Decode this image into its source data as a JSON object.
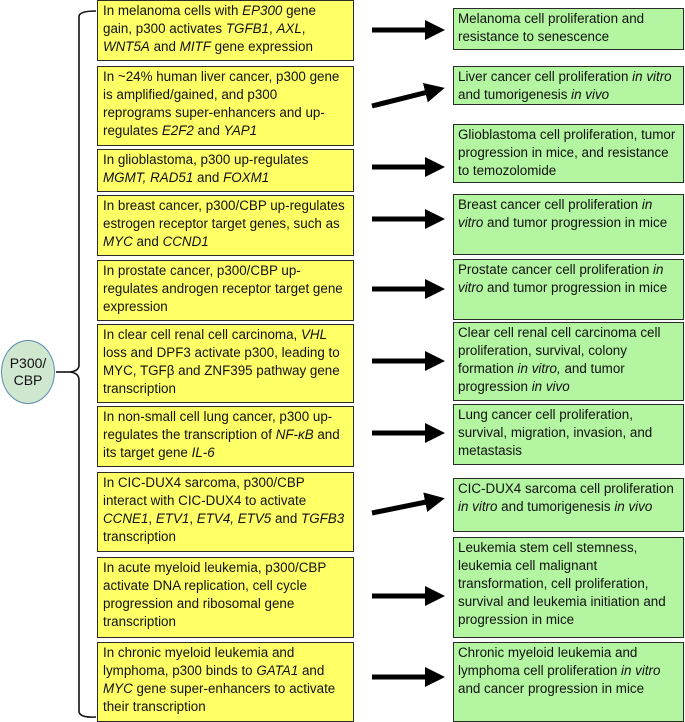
{
  "hub": {
    "line1": "P300/",
    "line2": "CBP",
    "fill": "#cfe6cf",
    "border": "#5d8db3"
  },
  "colors": {
    "cause_fill": "#ffff66",
    "effect_fill": "#b3f5a0",
    "arrow": "#000000"
  },
  "rows": [
    {
      "cause": [
        {
          "t": "In melanoma cells with "
        },
        {
          "t": "EP300",
          "i": true
        },
        {
          "t": " gene gain, p300 activates "
        },
        {
          "t": "TGFB1",
          "i": true
        },
        {
          "t": ", "
        },
        {
          "t": "AXL",
          "i": true
        },
        {
          "t": ", "
        },
        {
          "t": "WNT5A",
          "i": true
        },
        {
          "t": " and "
        },
        {
          "t": "MITF",
          "i": true
        },
        {
          "t": " gene expression"
        }
      ],
      "effect": [
        {
          "t": "Melanoma cell proliferation and resistance to senescence"
        }
      ]
    },
    {
      "cause": [
        {
          "t": "In ~24% human liver cancer, p300 gene is amplified/gained,  and p300 reprograms super-enhancers and up-regulates "
        },
        {
          "t": "E2F2",
          "i": true
        },
        {
          "t": " and "
        },
        {
          "t": "YAP1",
          "i": true
        }
      ],
      "effect": [
        {
          "t": "Liver cancer cell proliferation "
        },
        {
          "t": "in vitro",
          "i": true
        },
        {
          "t": " and tumorigenesis "
        },
        {
          "t": "in vivo",
          "i": true
        }
      ]
    },
    {
      "cause": [
        {
          "t": "In glioblastoma, p300 up-regulates "
        },
        {
          "t": "MGMT, RAD51",
          "i": true
        },
        {
          "t": " and "
        },
        {
          "t": "FOXM1",
          "i": true
        }
      ],
      "effect": [
        {
          "t": "Glioblastoma cell proliferation, tumor progression in mice, and resistance to temozolomide"
        }
      ]
    },
    {
      "cause": [
        {
          "t": "In breast cancer, p300/CBP up-regulates estrogen receptor target genes, such as "
        },
        {
          "t": "MYC",
          "i": true
        },
        {
          "t": " and "
        },
        {
          "t": "CCND1",
          "i": true
        }
      ],
      "effect": [
        {
          "t": "Breast cancer cell proliferation "
        },
        {
          "t": "in vitro",
          "i": true
        },
        {
          "t": " and tumor progression in mice"
        }
      ]
    },
    {
      "cause": [
        {
          "t": "In prostate cancer, p300/CBP up-regulates androgen receptor target gene expression"
        }
      ],
      "effect": [
        {
          "t": "Prostate cancer cell proliferation "
        },
        {
          "t": "in vitro",
          "i": true
        },
        {
          "t": " and tumor progression in mice"
        }
      ]
    },
    {
      "cause": [
        {
          "t": "In clear cell renal cell carcinoma, "
        },
        {
          "t": "VHL",
          "i": true
        },
        {
          "t": " loss and DPF3 activate p300, leading to MYC, TGFβ and ZNF395 pathway gene transcription"
        }
      ],
      "effect": [
        {
          "t": "Clear cell renal cell carcinoma cell proliferation, survival, colony formation "
        },
        {
          "t": "in vitro,",
          "i": true
        },
        {
          "t": " and tumor progression "
        },
        {
          "t": "in vivo",
          "i": true
        }
      ]
    },
    {
      "cause": [
        {
          "t": "In non-small cell lung cancer, p300 up-regulates the transcription of "
        },
        {
          "t": "NF-κB",
          "i": true
        },
        {
          "t": " and its target gene "
        },
        {
          "t": "IL-6",
          "i": true
        }
      ],
      "effect": [
        {
          "t": "Lung cancer cell proliferation, survival, migration, invasion, and metastasis"
        }
      ]
    },
    {
      "cause": [
        {
          "t": "In CIC-DUX4 sarcoma, p300/CBP interact with CIC-DUX4 to activate "
        },
        {
          "t": "CCNE1",
          "i": true
        },
        {
          "t": ", "
        },
        {
          "t": "ETV1",
          "i": true
        },
        {
          "t": ", "
        },
        {
          "t": "ETV4, ETV5",
          "i": true
        },
        {
          "t": " and "
        },
        {
          "t": "TGFB3",
          "i": true
        },
        {
          "t": " transcription"
        }
      ],
      "effect": [
        {
          "t": "CIC-DUX4 sarcoma cell proliferation "
        },
        {
          "t": "in vitro",
          "i": true
        },
        {
          "t": " and tumorigenesis "
        },
        {
          "t": "in vivo",
          "i": true
        }
      ]
    },
    {
      "cause": [
        {
          "t": "In acute myeloid leukemia, p300/CBP activate DNA replication, cell cycle progression and ribosomal gene transcription"
        }
      ],
      "effect": [
        {
          "t": "Leukemia stem cell stemness, leukemia cell malignant transformation, cell proliferation, survival and leukemia initiation and progression in mice"
        }
      ]
    },
    {
      "cause": [
        {
          "t": "In chronic myeloid leukemia and lymphoma, p300 binds to "
        },
        {
          "t": "GATA1",
          "i": true
        },
        {
          "t": " and "
        },
        {
          "t": "MYC",
          "i": true
        },
        {
          "t": " gene super-enhancers to activate their transcription"
        }
      ],
      "effect": [
        {
          "t": "Chronic myeloid leukemia and lymphoma cell proliferation "
        },
        {
          "t": "in vitro",
          "i": true
        },
        {
          "t": " and cancer progression in mice"
        }
      ]
    }
  ]
}
